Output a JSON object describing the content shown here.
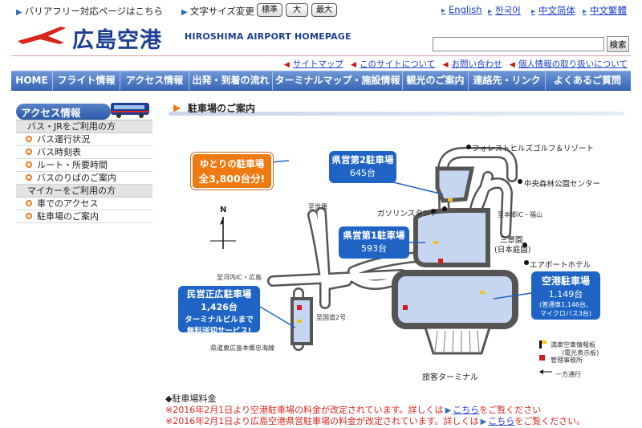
{
  "topbar": {
    "barrier_free": "バリアフリー対応ページはこちら",
    "font_size_label": "文字サイズ変更",
    "font_sizes": [
      "標準",
      "大",
      "最大"
    ],
    "languages": [
      "English",
      "한국어",
      "中文简体",
      "中文繁體"
    ]
  },
  "logo": {
    "title_jp": "広島空港",
    "title_en": "HIROSHIMA AIRPORT HOMEPAGE"
  },
  "search": {
    "placeholder": "",
    "button_label": "検索"
  },
  "sublinks": [
    "サイトマップ",
    "このサイトについて",
    "お問い合わせ",
    "個人情報の取り扱いについて"
  ],
  "nav": [
    "HOME",
    "フライト情報",
    "アクセス情報",
    "出発・到着の流れ",
    "ターミナルマップ・施設情報",
    "観光のご案内",
    "連絡先・リンク",
    "よくあるご質問"
  ],
  "sidebar": {
    "title": "アクセス情報",
    "sections": [
      {
        "label": "バス・JRをご利用の方",
        "items": [
          "バス運行状況",
          "バス時刻表",
          "ルート・所要時間",
          "バスのりばのご案内"
        ]
      },
      {
        "label": "マイカーをご利用の方",
        "items": [
          "車でのアクセス",
          "駐車場のご案内"
        ]
      }
    ]
  },
  "content": {
    "heading": "駐車場のご案内"
  },
  "map": {
    "promo": {
      "line1": "ゆとりの駐車場",
      "line2": "全3,800台分!"
    },
    "p2": {
      "name": "県営第2駐車場",
      "count": "645台"
    },
    "p1": {
      "name": "県営第1駐車場",
      "count": "593台"
    },
    "airport_lot": {
      "name": "空港駐車場",
      "count": "1,149台",
      "detail1": "(普通車1,146台、",
      "detail2": "マイクロバス3台)"
    },
    "private_lot": {
      "name": "民営正広駐車場",
      "count": "1,426台",
      "note1": "ターミナルビルまで",
      "note2": "無料送迎サービス!"
    },
    "north": "N",
    "labels": {
      "forest_golf": "フォレストヒルズゴルフ＆リゾート",
      "central_park": "中央森林公園センター",
      "gas_station": "ガソリンスタンド",
      "to_hongo": "至本郷IC・福山",
      "sankei_en": "三景園",
      "sankei_en_sub": "(日本庭園)",
      "airport_hotel": "エアポートホテル",
      "to_sera": "至世羅",
      "to_kochi": "至河内IC・広島",
      "to_route2": "至国道2号",
      "prefectural_road": "県道東広島本郷忠海線",
      "terminal": "旅客ターミナル"
    },
    "legend": {
      "full_board": "満車空車情報板",
      "full_board_sub": "(電光表示板)",
      "office": "管理事務所",
      "oneway": "一方通行"
    }
  },
  "fees": {
    "title": "◆駐車場料金",
    "notes": [
      {
        "before": "※2016年2月1日より空港駐車場の料金が改定されています。詳しくは",
        "link": "こちら",
        "after": "をご覧ください"
      },
      {
        "before": "※2016年2月1日より広島空港県営駐車場の料金が改定されています。詳しくは",
        "link": "こちら",
        "after": "をご覧ください。"
      }
    ]
  },
  "colors": {
    "brand_blue": "#1d3f93",
    "nav_blue": "#3a66b6",
    "promo_orange": "#f07a12",
    "callout_blue": "#1f64c4",
    "lot_fill": "#c6d6f0",
    "alert_red": "#e0261d"
  }
}
